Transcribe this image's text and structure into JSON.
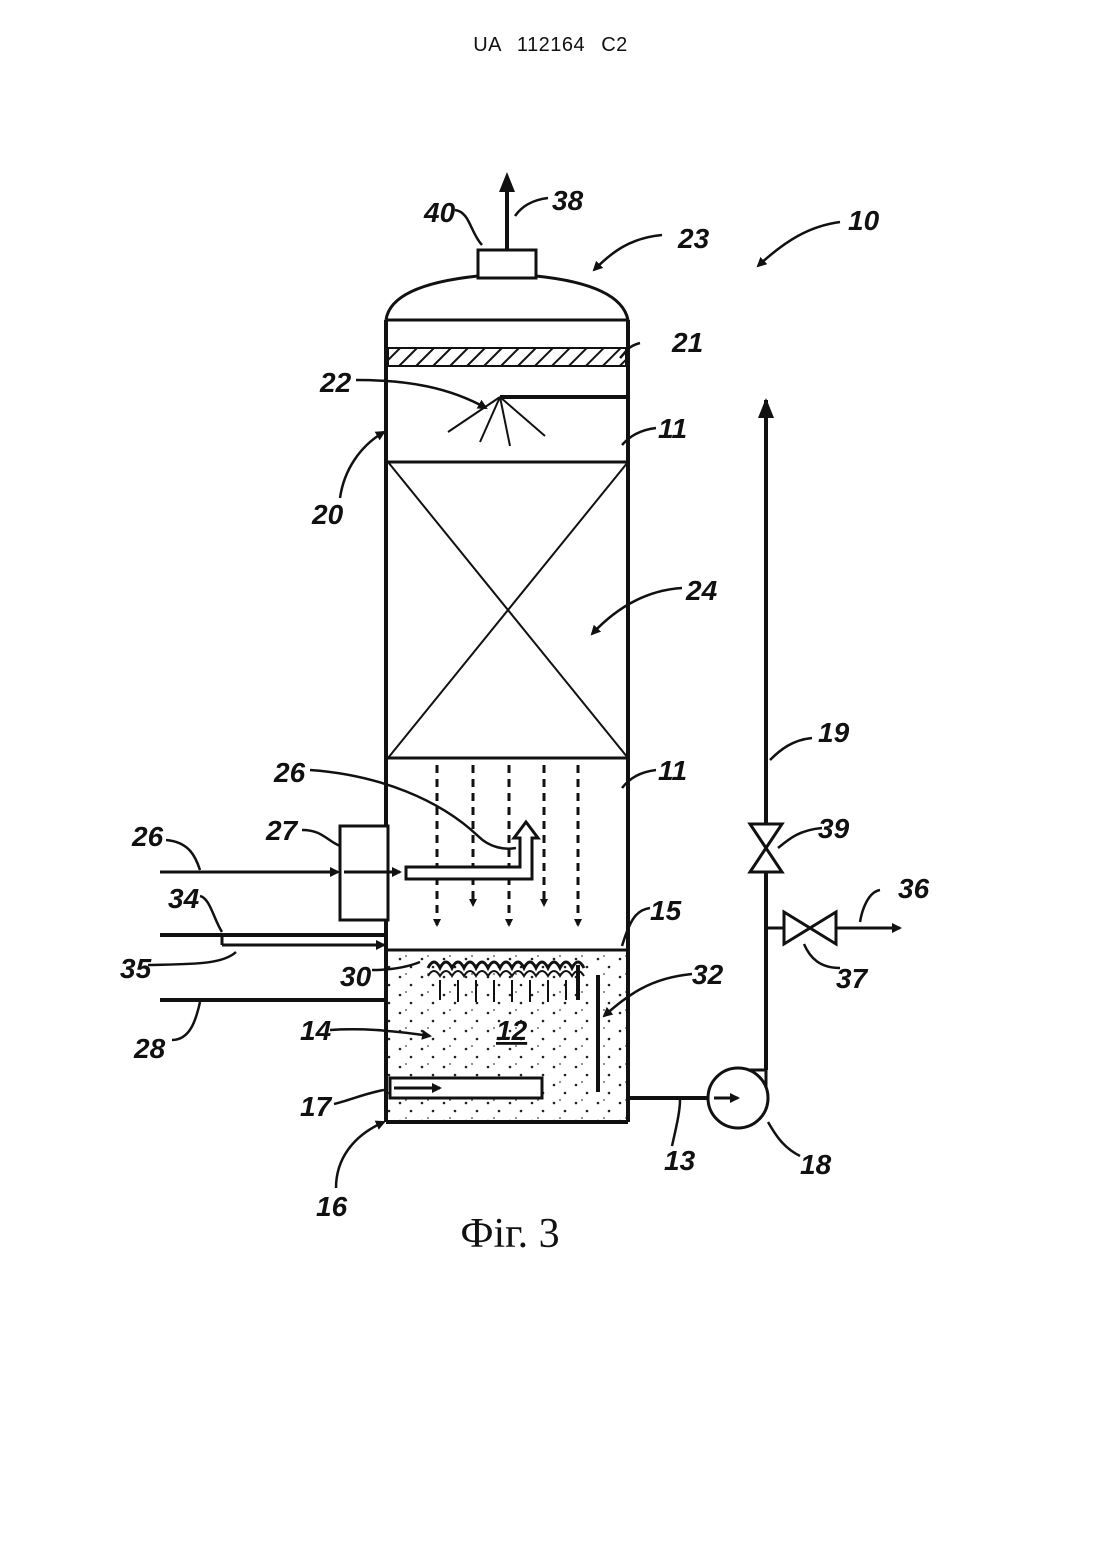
{
  "header": {
    "document_number": "UA   112164   C2"
  },
  "figure": {
    "caption": "Фіг. 3"
  },
  "labels": {
    "l10": "10",
    "l11_top": "11",
    "l11_bottom": "11",
    "l12": "12",
    "l13": "13",
    "l14": "14",
    "l15": "15",
    "l16": "16",
    "l17": "17",
    "l18": "18",
    "l19": "19",
    "l20": "20",
    "l21": "21",
    "l22": "22",
    "l23": "23",
    "l24": "24",
    "l26_left": "26",
    "l26_inner": "26",
    "l27": "27",
    "l28": "28",
    "l30": "30",
    "l32": "32",
    "l34": "34",
    "l35": "35",
    "l36": "36",
    "l37": "37",
    "l38": "38",
    "l39": "39",
    "l40": "40"
  }
}
